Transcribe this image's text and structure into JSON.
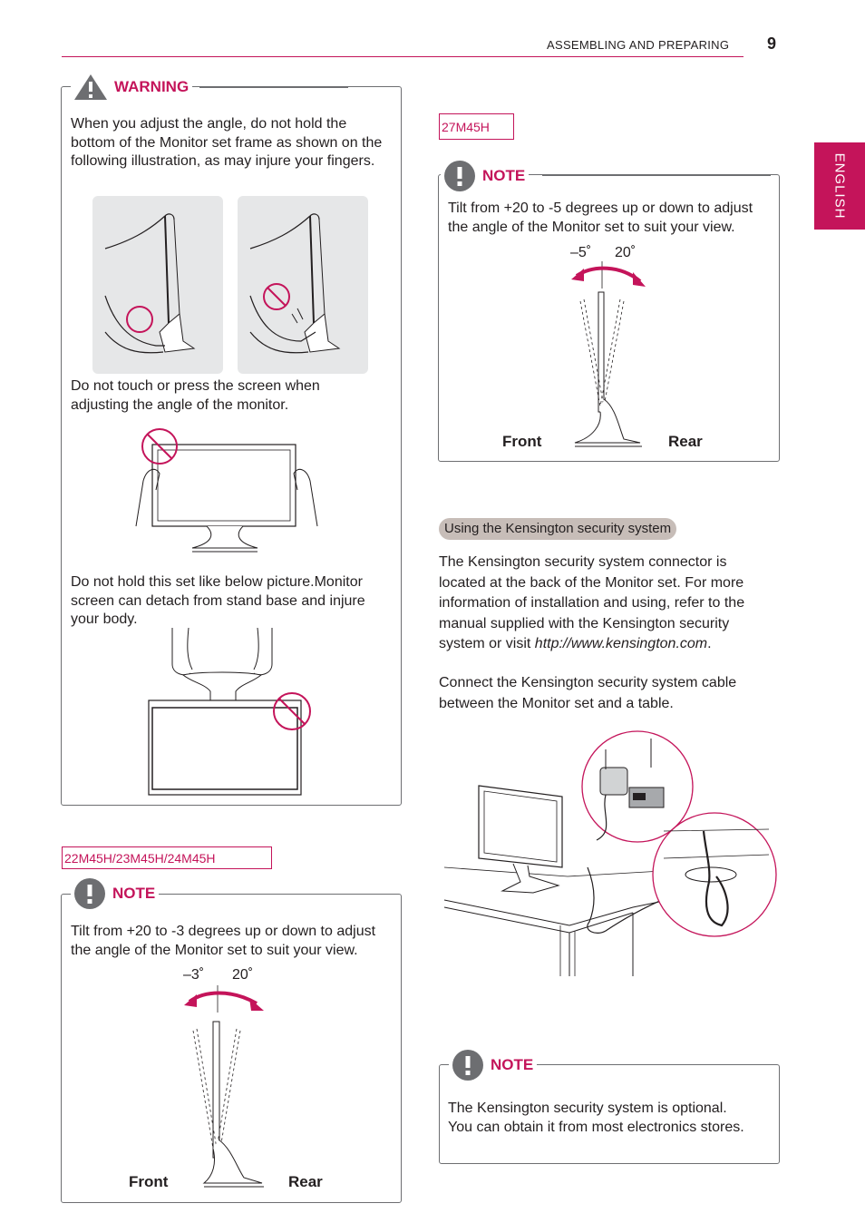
{
  "header": {
    "section": "ASSEMBLING AND PREPARING",
    "page_number": "9"
  },
  "side_tab": {
    "label": "ENGLISH"
  },
  "warning": {
    "label": "WARNING",
    "text1": "When you adjust the angle, do not hold the bottom of the Monitor set frame as shown on the following illustration, as may injure your fingers.",
    "text2": "Do not touch or press the screen when adjusting the angle of the monitor.",
    "text3": "Do not hold this set like below picture.Monitor screen can detach from stand base and injure your body."
  },
  "model_22": {
    "label": "22M45H/23M45H/24M45H",
    "note_label": "NOTE",
    "note_text": "Tilt from +20 to -3 degrees up or down to adjust the angle of the Monitor set to suit your view.",
    "angle_minus": "3˚",
    "angle_plus": "20˚",
    "front": "Front",
    "rear": "Rear"
  },
  "model_27": {
    "label": "27M45H",
    "note_label": "NOTE",
    "note_text": "Tilt from +20 to -5 degrees up or down to adjust the angle of the Monitor set to suit your view.",
    "angle_minus": "5˚",
    "angle_plus": "20˚",
    "front": "Front",
    "rear": "Rear"
  },
  "kensington": {
    "title": "Using the Kensington security system",
    "para1_before": "The Kensington security system connector is located at the back of the Monitor set. For more information of installation and using, refer to the manual supplied with the Kensington security system or visit ",
    "para1_link": "http://www.kensington.com",
    "para1_after": ".",
    "para2": "Connect the Kensington security system cable between the Monitor set and a table."
  },
  "note_optional": {
    "label": "NOTE",
    "text1": "The Kensington security system is optional.",
    "text2": "You can obtain it from most electronics stores."
  },
  "colors": {
    "accent": "#c4145a",
    "text": "#231f20",
    "border": "#6d6e71",
    "panel": "#e6e7e8",
    "pill": "#c7bdb8"
  },
  "icons": [
    "warning-icon",
    "note-icon",
    "prohibited-icon",
    "ok-circle-icon",
    "tilt-arrow-icon"
  ]
}
